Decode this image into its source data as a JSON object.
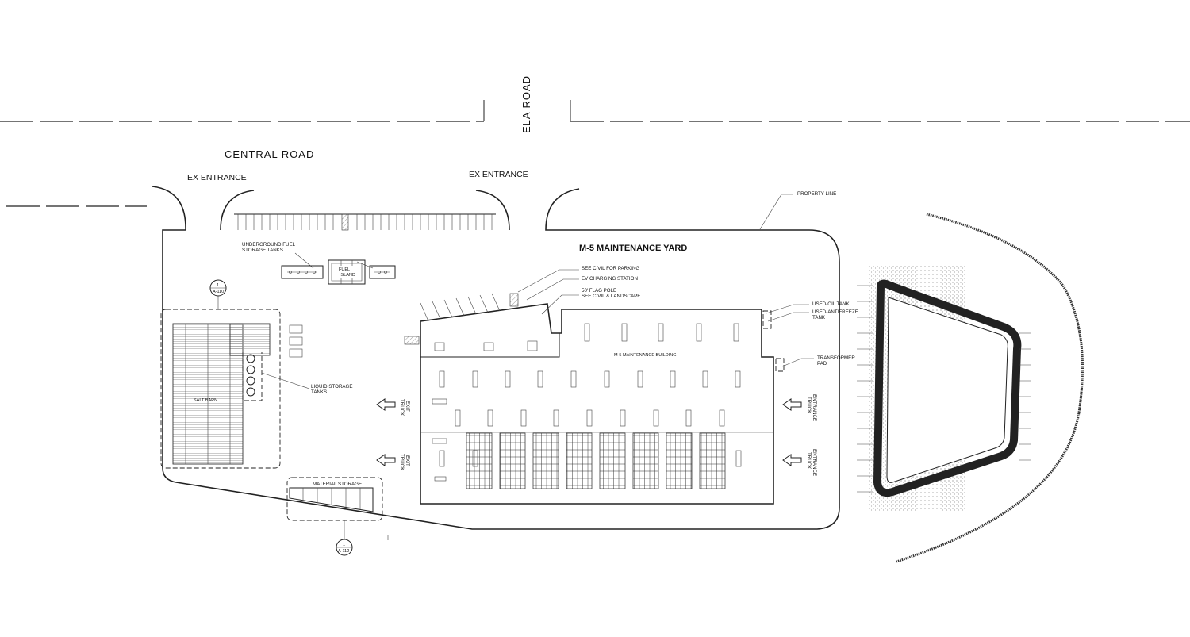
{
  "roads": {
    "central_road": "CENTRAL  ROAD",
    "ela_road": "ELA ROAD",
    "ex_entrance_left": "EX  ENTRANCE",
    "ex_entrance_right": "EX  ENTRANCE"
  },
  "yard": {
    "title": "M-5 MAINTENANCE YARD",
    "building_label": "M-5 MAINTENANCE BUILDING",
    "fuel_island": [
      "FUEL",
      "ISLAND"
    ],
    "salt_barn": "SALT BARN",
    "material_storage": "MATERIAL STORAGE"
  },
  "callouts": {
    "property_line": "PROPERTY LINE",
    "underground_fuel": [
      "UNDERGROUND FUEL",
      "STORAGE TANKS"
    ],
    "see_civil_parking": "SEE CIVIL FOR PARKING",
    "ev_charging": "EV CHARGING STATION",
    "flag_pole": [
      "50' FLAG POLE",
      "SEE CIVIL & LANDSCAPE"
    ],
    "used_oil": "USED-OIL TANK",
    "used_antifreeze": [
      "USED-ANTIFREEZE",
      "TANK"
    ],
    "transformer": [
      "TRANSFORMER",
      "PAD"
    ],
    "liquid_storage": [
      "LIQUID STORAGE",
      "TANKS"
    ]
  },
  "traffic": {
    "truck_exit_upper": [
      "TRUCK",
      "EXIT"
    ],
    "truck_exit_lower": [
      "TRUCK",
      "EXIT"
    ],
    "truck_entrance_upper": [
      "TRUCK",
      "ENTRANCE"
    ],
    "truck_entrance_lower": [
      "TRUCK",
      "ENTRANCE"
    ]
  },
  "section_markers": {
    "salt_barn_marker": {
      "number": "1",
      "sheet": "A-110"
    },
    "material_marker": {
      "number": "1",
      "sheet": "A-112"
    }
  }
}
